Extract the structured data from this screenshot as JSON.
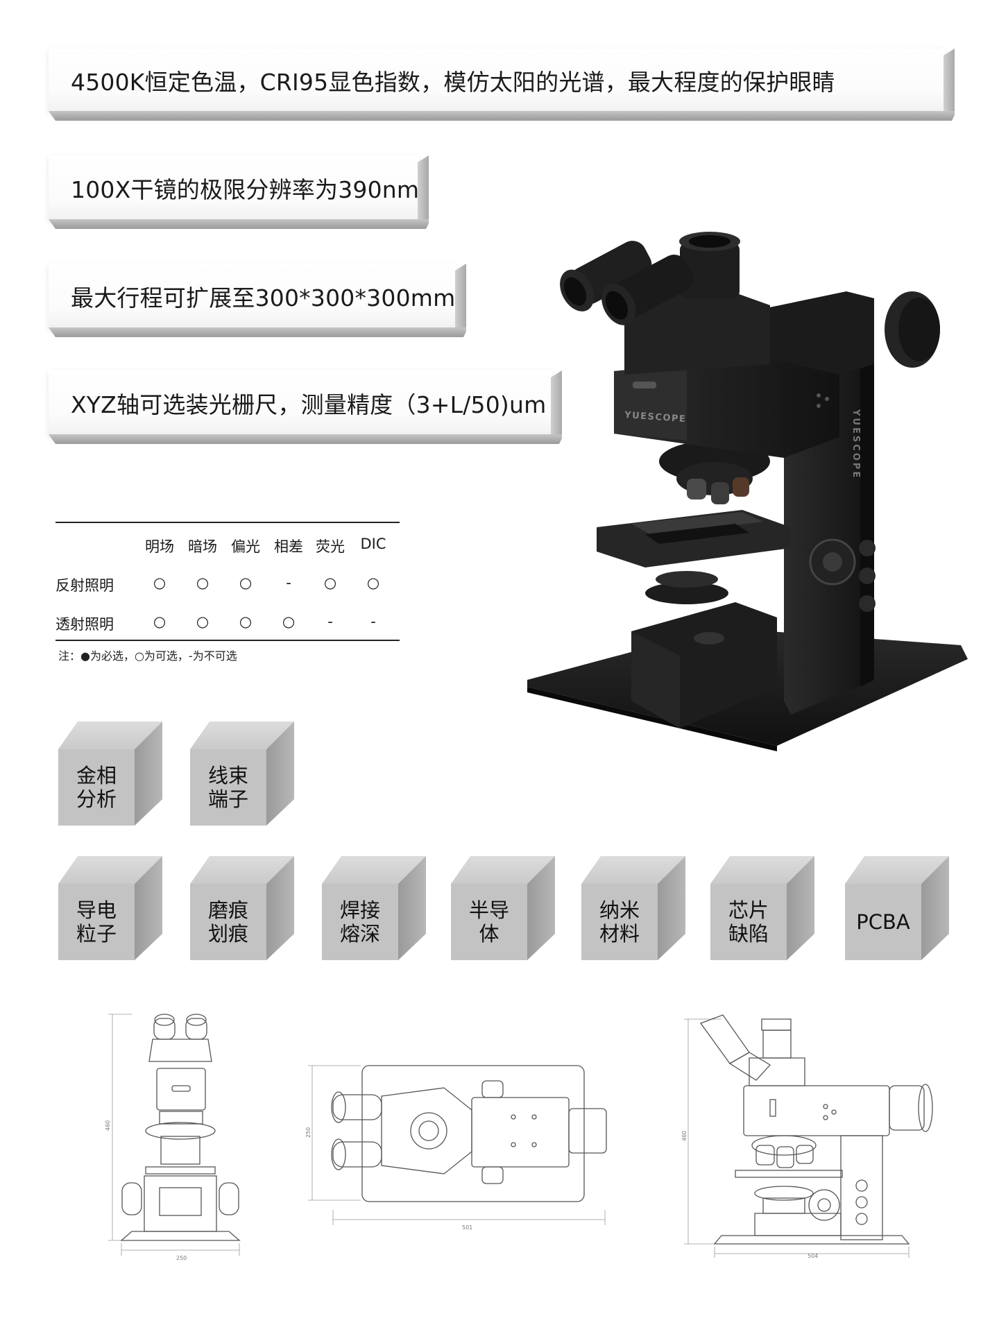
{
  "features": [
    "4500K恒定色温，CRI95显色指数，模仿太阳的光谱，最大程度的保护眼睛",
    "100X干镜的极限分辨率为390nm",
    "最大行程可扩展至300*300*300mm",
    "XYZ轴可选装光栅尺，测量精度（3+L/50)um"
  ],
  "illumination_table": {
    "columns": [
      "明场",
      "暗场",
      "偏光",
      "相差",
      "荧光",
      "DIC"
    ],
    "rows": [
      {
        "label": "反射照明",
        "values": [
          "○",
          "○",
          "○",
          "-",
          "○",
          "○"
        ]
      },
      {
        "label": "透射照明",
        "values": [
          "○",
          "○",
          "○",
          "○",
          "-",
          "-"
        ]
      }
    ],
    "note": "注：●为必选，○为可选，-为不可选"
  },
  "product": {
    "brand_front": "YUESCOPE",
    "brand_side": "YUESCOPE"
  },
  "applications": [
    "金相分析",
    "线束端子",
    "导电粒子",
    "磨痕划痕",
    "焊接熔深",
    "半导体",
    "纳米材料",
    "芯片缺陷",
    "PCBA"
  ],
  "dimensions": {
    "front_height": "460",
    "front_width": "250",
    "top_depth": "250",
    "top_width": "501",
    "side_height": "460",
    "side_width": "504"
  },
  "colors": {
    "microscope_body": "#1e1e1e",
    "cube_front": "#c3c3c3",
    "cube_side": "#a6a6a6",
    "ribbon_shadow": "#a9a9a9"
  }
}
